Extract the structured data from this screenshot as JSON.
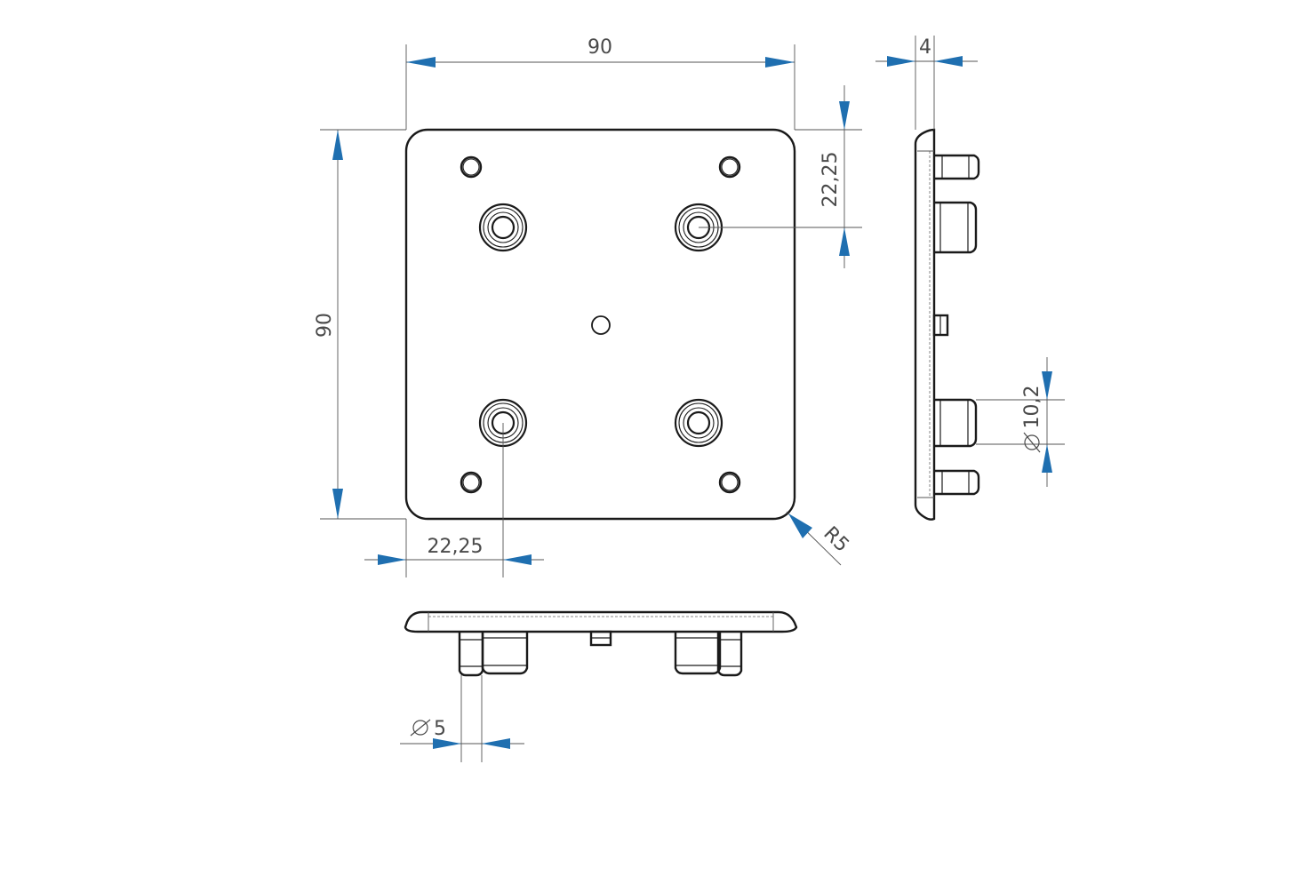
{
  "drawing": {
    "accent_color": "#1f6fb0",
    "line_color": "#1a1a1a",
    "dimensions": {
      "width": "90",
      "height": "90",
      "side_thickness": "4",
      "hole_offset_top": "22,25",
      "hole_offset_left": "22,25",
      "corner_radius": "R5",
      "boss_diameter": "10,2",
      "pin_diameter": "5"
    },
    "symbols": {
      "diameter": "diameter-symbol"
    }
  }
}
